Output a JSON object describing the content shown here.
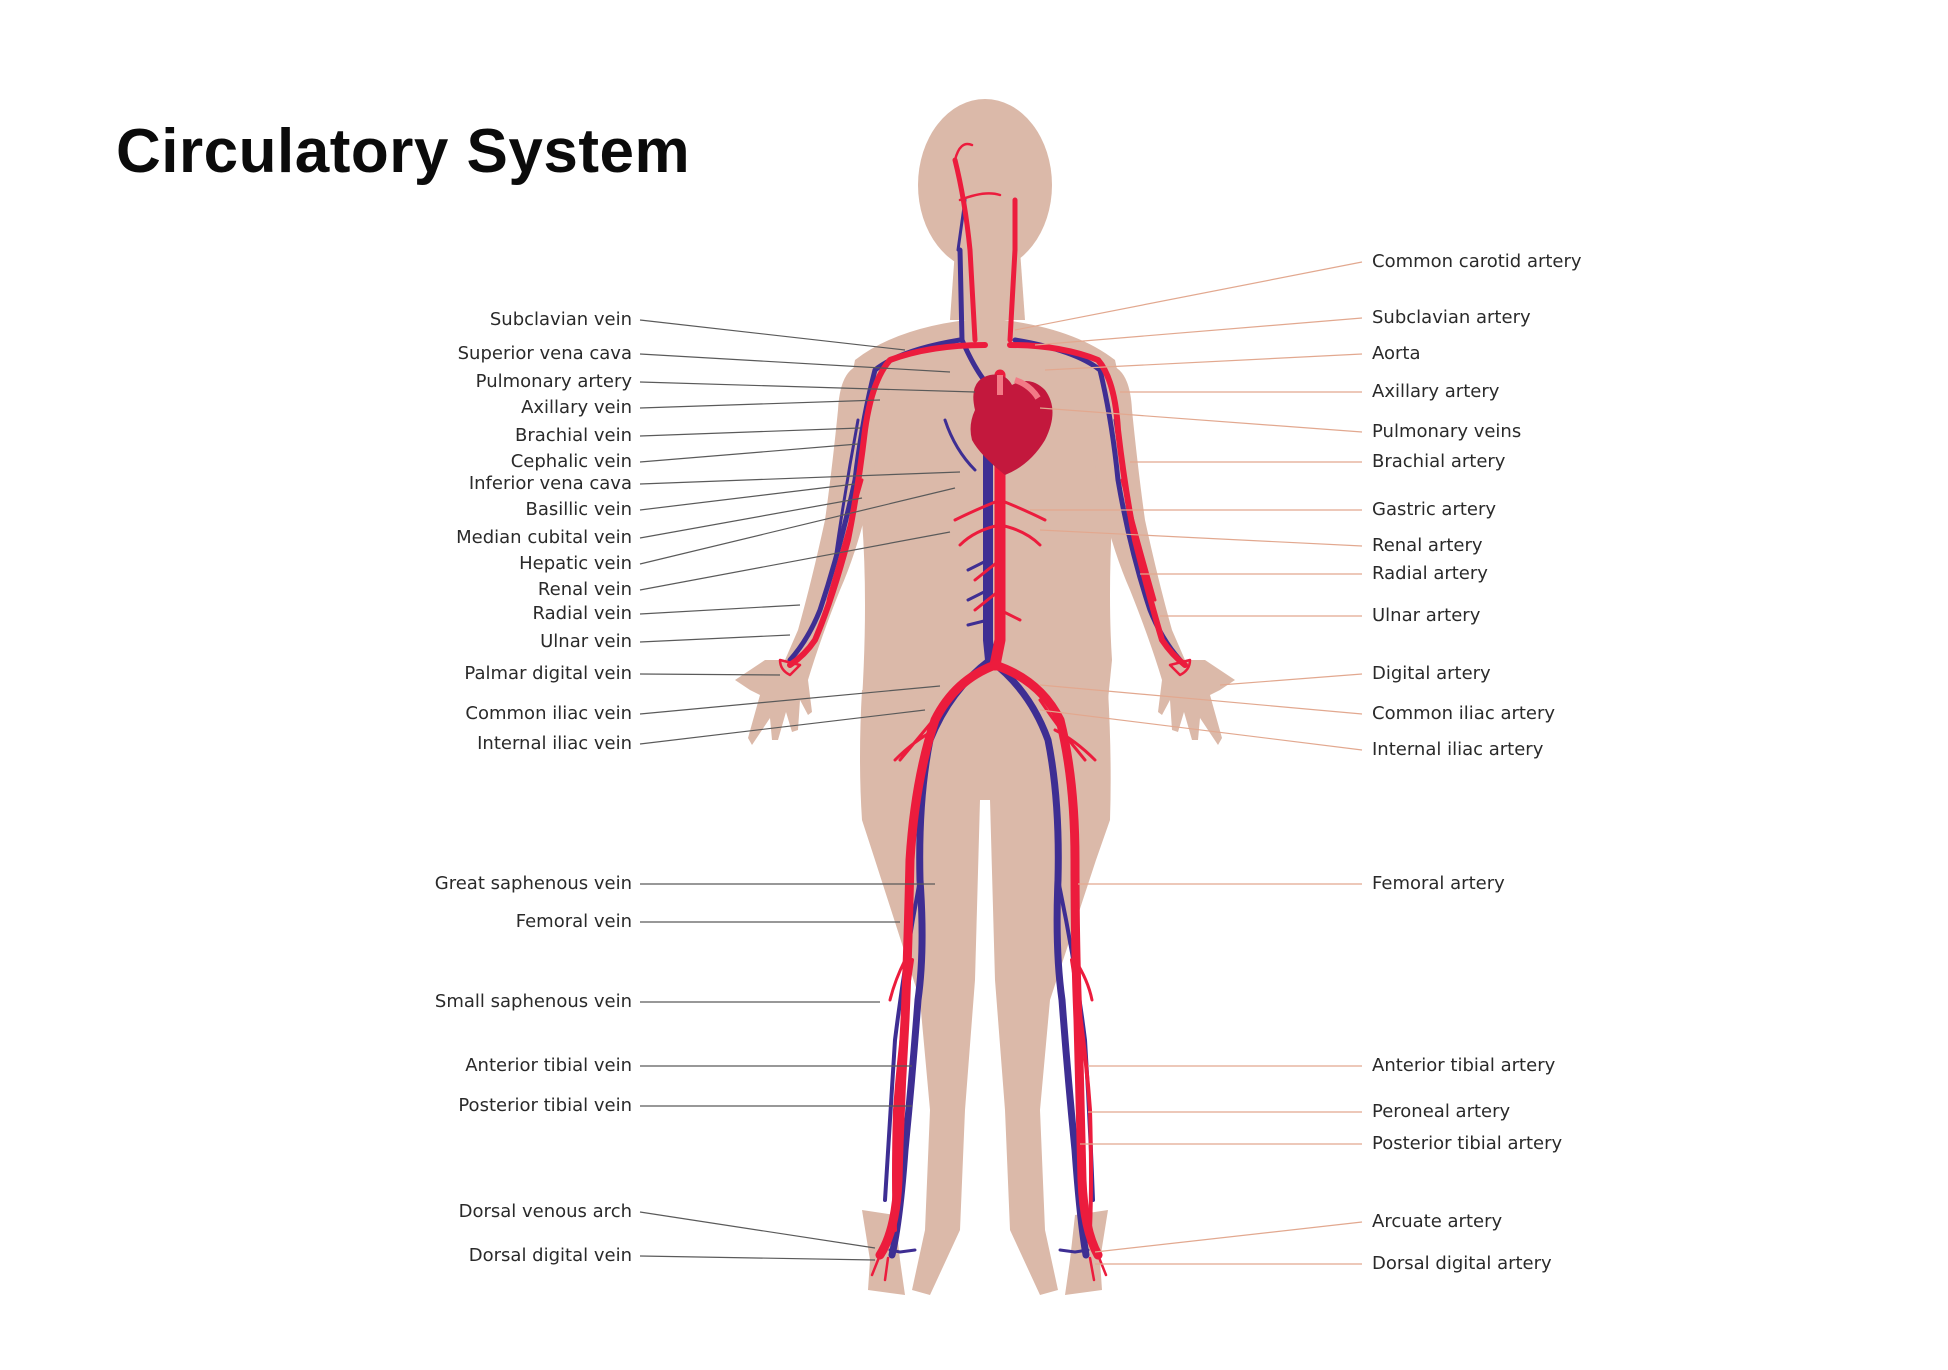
{
  "title": "Circulatory System",
  "colors": {
    "skin": "#dbb9a9",
    "artery": "#ec1c3d",
    "vein": "#3e2e93",
    "heart": "#c3183d",
    "left_leader": "#5a5a5a",
    "right_leader": "#e2a88f",
    "text": "#2a2a2a"
  },
  "labels_left": [
    "Subclavian vein",
    "Superior vena cava",
    "Pulmonary artery",
    "Axillary vein",
    "Brachial vein",
    "Cephalic vein",
    "Inferior vena cava",
    "Basillic vein",
    "Median cubital vein",
    "Hepatic vein",
    "Renal vein",
    "Radial vein",
    "Ulnar vein",
    "Palmar digital vein",
    "Common iliac vein",
    "Internal iliac vein",
    "Great saphenous vein",
    "Femoral vein",
    "Small saphenous vein",
    "Anterior tibial vein",
    "Posterior tibial vein",
    "Dorsal venous arch",
    "Dorsal digital vein"
  ],
  "labels_right": [
    "Common carotid artery",
    "Subclavian artery",
    "Aorta",
    "Axillary artery",
    "Pulmonary veins",
    "Brachial artery",
    "Gastric artery",
    "Renal artery",
    "Radial artery",
    "Ulnar artery",
    "Digital artery",
    "Common iliac artery",
    "Internal iliac artery",
    "Femoral artery",
    "Anterior tibial artery",
    "Peroneal artery",
    "Posterior tibial artery",
    "Arcuate artery",
    "Dorsal digital artery"
  ]
}
